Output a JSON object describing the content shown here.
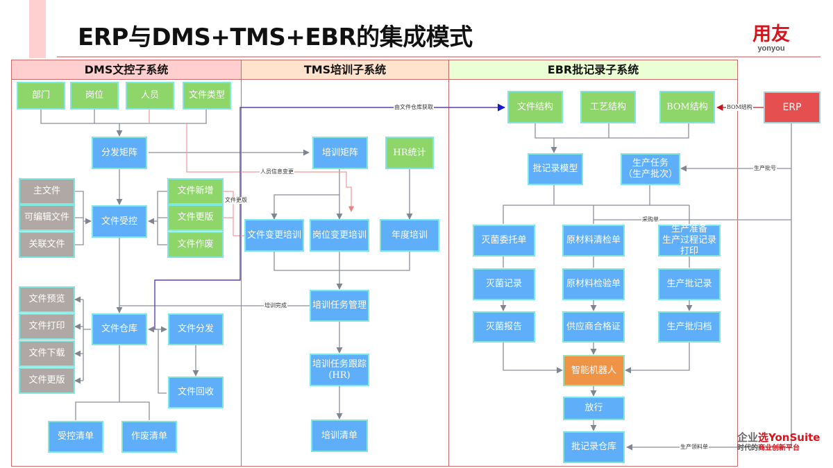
{
  "header": {
    "title": "ERP与DMS+TMS+EBR的集成模式",
    "logo_main": "用友",
    "logo_sub": "yonyou"
  },
  "panels": {
    "dms": "DMS文控子系统",
    "tms": "TMS培训子系统",
    "ebr": "EBR批记录子系统"
  },
  "colors": {
    "green_node": "#8fd66a",
    "blue_node": "#5eaefa",
    "gray_node": "#b0a8a4",
    "orange_node": "#ef9447",
    "erp_node": "#e54f4f",
    "gray_wire": "#8a8f9a",
    "pink_wire": "#f09a9a",
    "purple_wire": "#5a3fb0",
    "brand_red": "#d9121b"
  },
  "nodes": {
    "dept": "部门",
    "post": "岗位",
    "person": "人员",
    "doc_type": "文件类型",
    "dist_matrix": "分发矩阵",
    "main_doc": "主文件",
    "editable_doc": "可编辑文件",
    "linked_doc": "关联文件",
    "doc_control": "文件受控",
    "doc_new": "文件新增",
    "doc_revise": "文件更版",
    "doc_void": "文件作废",
    "preview": "文件预览",
    "print": "文件打印",
    "download": "文件下载",
    "revise2": "文件更版",
    "doc_repo": "文件仓库",
    "doc_dist": "文件分发",
    "doc_recall": "文件回收",
    "ctrl_list": "受控清单",
    "void_list": "作废清单",
    "train_matrix": "培训矩阵",
    "hr_stats": "HR统计",
    "doc_change_train": "文件变更培训",
    "post_change_train": "岗位变更培训",
    "annual_train": "年度培训",
    "train_task_mgmt": "培训任务管理",
    "train_task_track": "培训任务跟踪\n(HR)",
    "train_list": "培训清单",
    "doc_struct": "文件结构",
    "process_struct": "工艺结构",
    "bom_struct": "BOM结构",
    "batch_model": "批记录模型",
    "prod_task": "生产任务\n（生产批次）",
    "steril_order": "灭菌委托单",
    "raw_check": "原材料清检单",
    "prod_prep": "生产准备\n生产过程记录\n打印",
    "steril_record": "灭菌记录",
    "raw_inspect": "原材料检验单",
    "prod_batch_record": "生产批记录",
    "steril_report": "灭菌报告",
    "supplier_cert": "供应商合格证",
    "prod_batch_archive": "生产批归档",
    "robot": "智能机器人",
    "release": "放行",
    "batch_repo": "批记录仓库",
    "erp": "ERP"
  },
  "edge_labels": {
    "from_repo": "由文件仓库获取",
    "person_change": "人员信息变更",
    "doc_revision": "文件更版",
    "train_done": "培训完成",
    "bom_struct": "BOM结构",
    "batch_no": "生产批号",
    "purchase_order": "采购单",
    "material_req": "生产领料单"
  },
  "footer": {
    "ys_a": "企业",
    "ys_b": "选YonSuite",
    "ys_c": "时代的",
    "ys_d": "商业创新平台"
  }
}
